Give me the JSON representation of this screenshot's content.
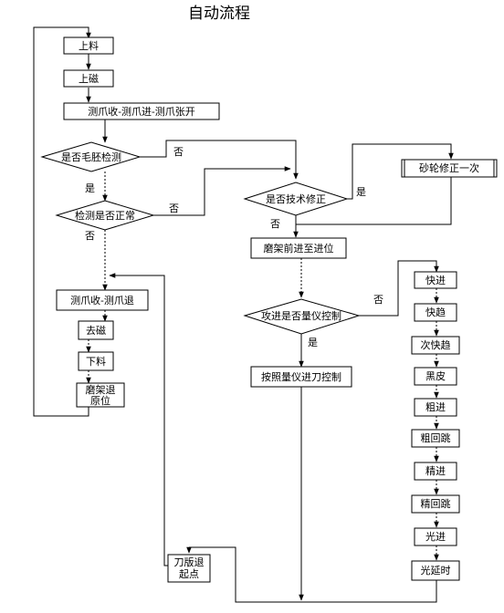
{
  "title": "自动流程",
  "nodes": {
    "load": "上料",
    "magnetize": "上磁",
    "claw_sequence": "测爪收-测爪进-测爪张开",
    "blank_check": "是否毛胚检测",
    "check_normal": "检测是否正常",
    "claw_retract": "测爪收-测爪退",
    "demagnetize": "去磁",
    "unload": "下料",
    "frame_return_1": "磨架退",
    "frame_return_2": "原位",
    "tech_correction": "是否技术修正",
    "wheel_correction": "砂轮修正一次",
    "frame_advance": "磨架前进至进位",
    "gauge_control": "攻进是否量仪控制",
    "gauge_feed": "按照量仪进刀控制",
    "fast_in": "快进",
    "fast_approach": "快趋",
    "second_fast": "次快趋",
    "black_skin": "黑皮",
    "rough_in": "粗进",
    "rough_return": "粗回跳",
    "fine_in": "精进",
    "fine_return": "精回跳",
    "light_in": "光进",
    "delay": "光延时",
    "cutter_return_1": "刀版退",
    "cutter_return_2": "起点"
  },
  "edge_labels": {
    "blank_no": "否",
    "blank_yes": "是",
    "normal_no": "否",
    "normal_yes": "否",
    "tech_yes": "是",
    "tech_no": "否",
    "gauge_no": "否",
    "gauge_yes": "是"
  }
}
